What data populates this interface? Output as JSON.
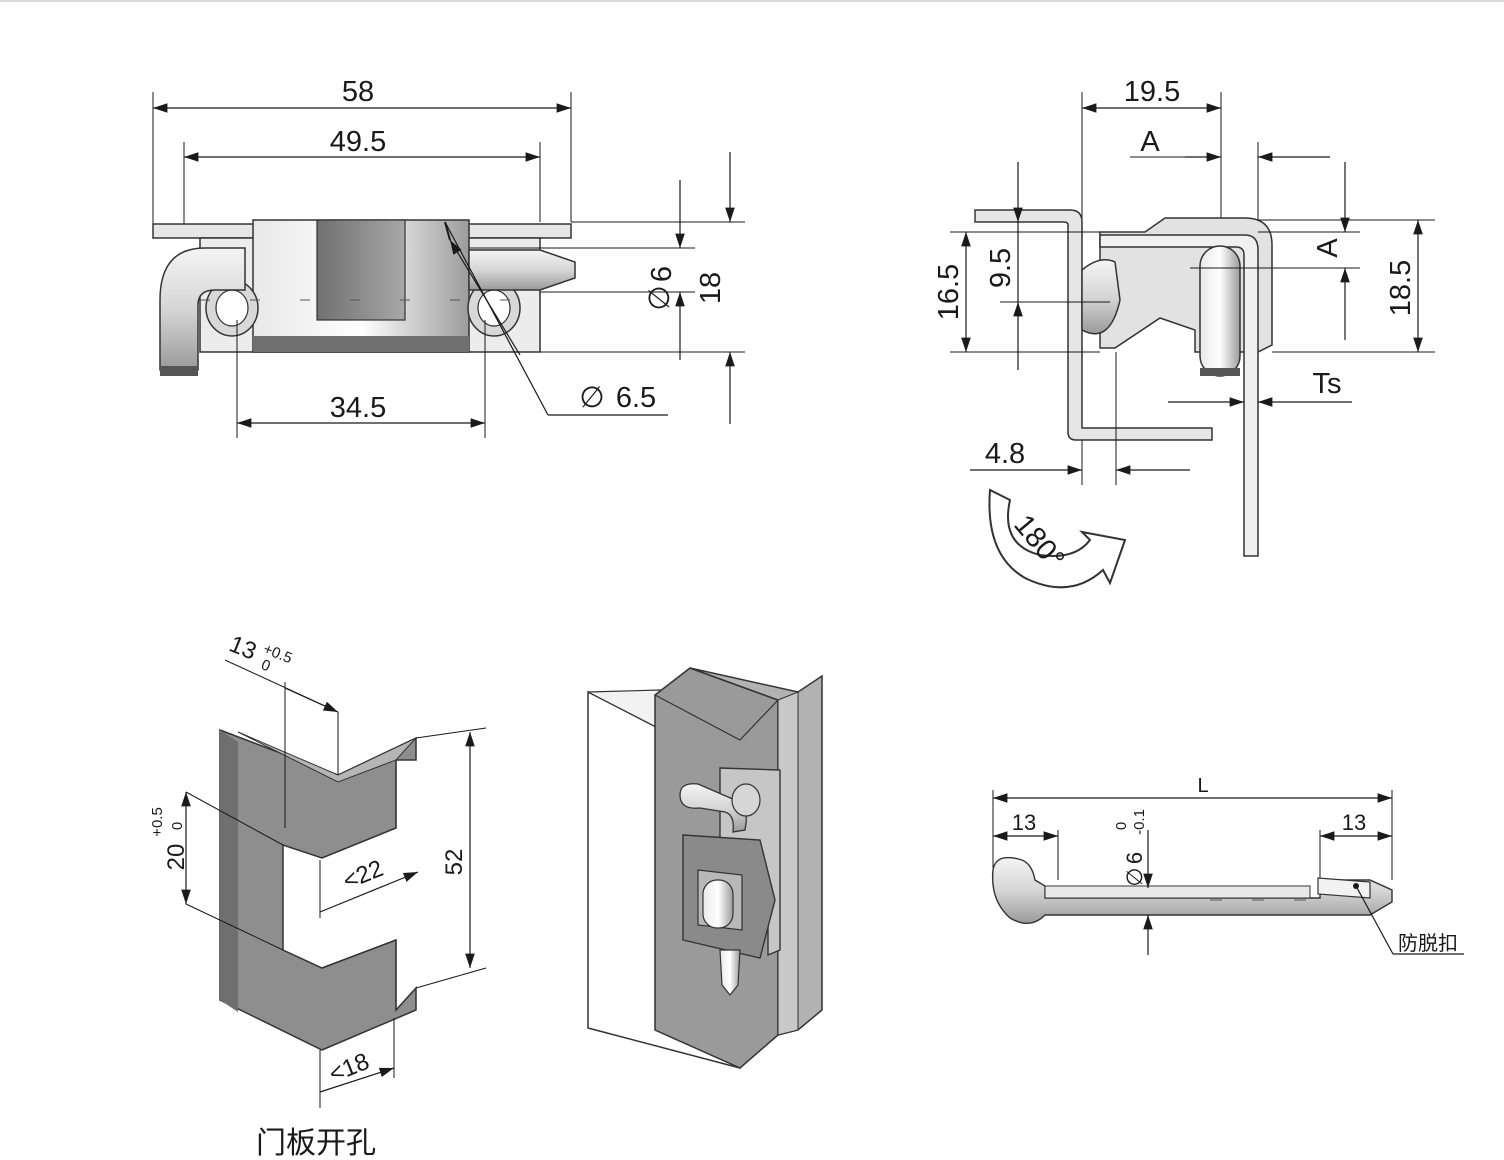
{
  "front_view": {
    "dim_overall": "58",
    "dim_mount": "49.5",
    "dim_hole_spacing": "34.5",
    "dim_pin_dia": "6",
    "dim_height": "18",
    "dim_hole_dia": "6.5",
    "diameter_symbol": "∅"
  },
  "side_view": {
    "dim_depth": "19.5",
    "dim_a_top": "A",
    "dim_a_right": "A",
    "dim_16_5": "16.5",
    "dim_9_5": "9.5",
    "dim_18_5": "18.5",
    "dim_ts": "Ts",
    "dim_4_8": "4.8",
    "rotation": "180°"
  },
  "cutout": {
    "dim_13": "13",
    "tol_13_upper": "+0.5",
    "tol_13_lower": "0",
    "dim_20": "20",
    "tol_20_upper": "+0.5",
    "tol_20_lower": "0",
    "dim_22": "<22",
    "dim_18": "<18",
    "dim_52": "52",
    "caption": "门板开孔"
  },
  "pin_view": {
    "dim_length": "L",
    "dim_left": "13",
    "dim_right": "13",
    "dim_pin_dia": "6",
    "tol_upper": "0",
    "tol_lower": "-0.1",
    "label_retainer": "防脱扣"
  }
}
